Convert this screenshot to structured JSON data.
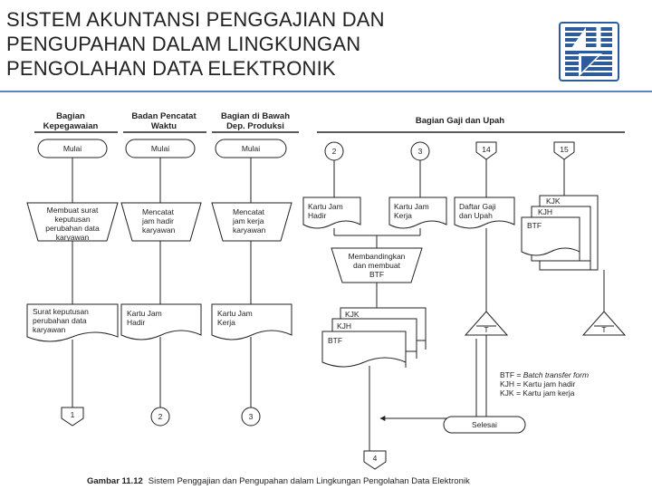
{
  "title": {
    "lines": [
      "SISTEM AKUNTANSI PENGGAJIAN DAN",
      "PENGUPAHAN DALAM LINGKUNGAN",
      "PENGOLAHAN DATA ELEKTRONIK"
    ]
  },
  "columns": {
    "c1": [
      "Bagian",
      "Kepegawaian"
    ],
    "c2": [
      "Badan Pencatat",
      "Waktu"
    ],
    "c3": [
      "Bagian di Bawah",
      "Dep. Produksi"
    ],
    "c4": "Bagian Gaji dan Upah"
  },
  "nodes": {
    "start1": "Mulai",
    "start2": "Mulai",
    "start3": "Mulai",
    "proc1": [
      "Membuat surat",
      "keputusan",
      "perubahan data",
      "karyawan"
    ],
    "proc2": [
      "Mencatat",
      "jam hadir",
      "karyawan"
    ],
    "proc3": [
      "Mencatat",
      "jam kerja",
      "karyawan"
    ],
    "doc1": [
      "Surat keputusan",
      "perubahan data",
      "karyawan"
    ],
    "doc2": [
      "Kartu Jam",
      "Hadir"
    ],
    "doc3": [
      "Kartu Jam",
      "Kerja"
    ],
    "conn_out": [
      "1",
      "2",
      "3"
    ],
    "conn_in": [
      "2",
      "3",
      "14",
      "15"
    ],
    "doc_kjh": [
      "Kartu Jam",
      "Hadir"
    ],
    "doc_kjk": [
      "Kartu Jam",
      "Kerja"
    ],
    "doc_daftar": [
      "Daftar Gaji",
      "dan Upah"
    ],
    "stack_right": [
      "KJK",
      "KJH",
      "BTF"
    ],
    "proc_compare": [
      "Membandingkan",
      "dan membuat",
      "BTF"
    ],
    "stack_mid": [
      "KJK",
      "KJH",
      "BTF"
    ],
    "file_t1": "T",
    "file_t2": "T",
    "end": "Selesai",
    "conn_bottom": "4"
  },
  "legend": [
    {
      "code": "BTF",
      "sep": " = ",
      "meaning": "Batch transfer form"
    },
    {
      "code": "KJH",
      "sep": " = ",
      "meaning": "Kartu jam hadir"
    },
    {
      "code": "KJK",
      "sep": " = ",
      "meaning": "Kartu jam kerja"
    }
  ],
  "caption": {
    "label": "Gambar 11.12",
    "text": "Sistem Penggajian dan Pengupahan dalam Lingkungan Pengolahan Data Elektronik"
  },
  "colors": {
    "title_rule": "#5b84c4",
    "logo": "#2e5c9a",
    "ink": "#222222"
  },
  "icons": [
    "university-logo-icon"
  ]
}
